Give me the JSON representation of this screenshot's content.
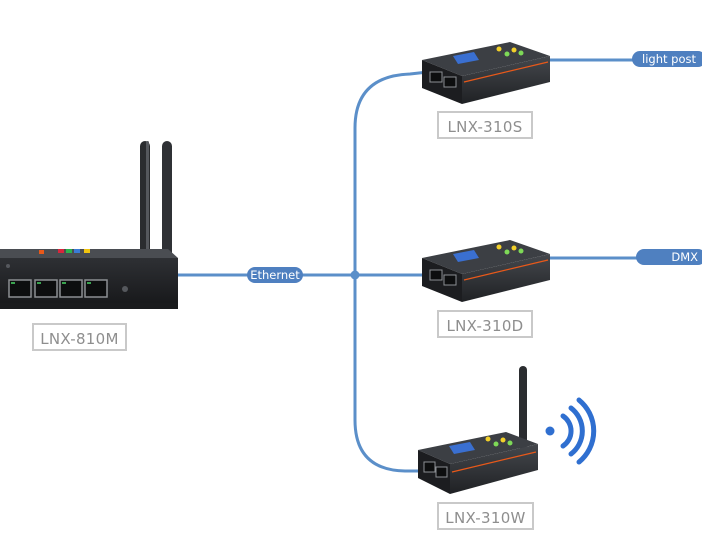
{
  "colors": {
    "link": "#5b8fc9",
    "device_body": "#2b2d30",
    "device_top": "#3a3d41",
    "accent_orange": "#e8591a",
    "label_border": "#c9c9c9",
    "label_text": "#8e8e8e"
  },
  "connection": {
    "label": "Ethernet"
  },
  "devices": {
    "gateway": {
      "label": "LNX-810M",
      "icon": "router-icon"
    },
    "node_s": {
      "label": "LNX-310S",
      "output": "light post",
      "icon": "node-icon"
    },
    "node_d": {
      "label": "LNX-310D",
      "output": "DMX",
      "icon": "node-icon"
    },
    "node_w": {
      "label": "LNX-310W",
      "icon": "wireless-node-icon",
      "signal_icon": "wireless-signal-icon"
    }
  }
}
